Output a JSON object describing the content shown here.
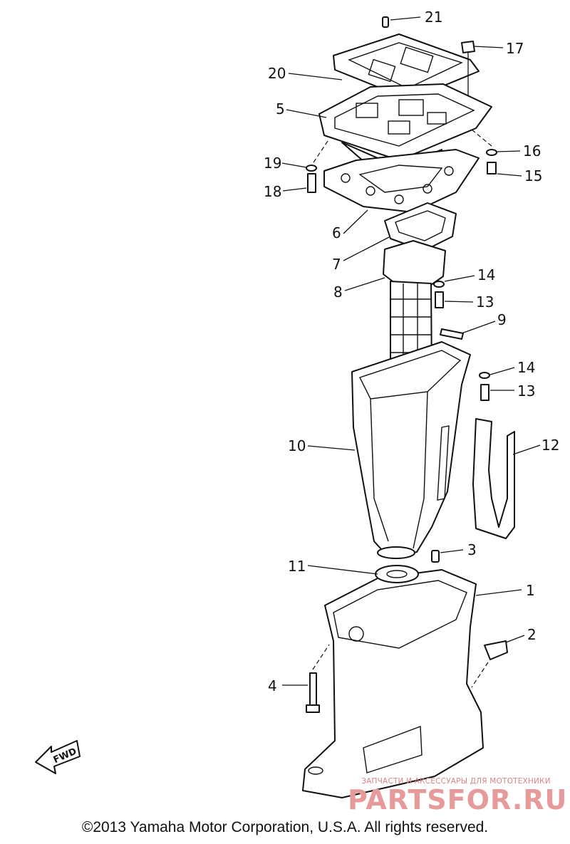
{
  "callouts": [
    {
      "id": "21",
      "label": "21"
    },
    {
      "id": "17",
      "label": "17"
    },
    {
      "id": "20",
      "label": "20"
    },
    {
      "id": "5",
      "label": "5"
    },
    {
      "id": "16",
      "label": "16"
    },
    {
      "id": "19",
      "label": "19"
    },
    {
      "id": "15",
      "label": "15"
    },
    {
      "id": "18",
      "label": "18"
    },
    {
      "id": "6",
      "label": "6"
    },
    {
      "id": "7",
      "label": "7"
    },
    {
      "id": "14a",
      "label": "14"
    },
    {
      "id": "8",
      "label": "8"
    },
    {
      "id": "13a",
      "label": "13"
    },
    {
      "id": "9",
      "label": "9"
    },
    {
      "id": "14b",
      "label": "14"
    },
    {
      "id": "13b",
      "label": "13"
    },
    {
      "id": "10",
      "label": "10"
    },
    {
      "id": "12",
      "label": "12"
    },
    {
      "id": "3",
      "label": "3"
    },
    {
      "id": "11",
      "label": "11"
    },
    {
      "id": "1",
      "label": "1"
    },
    {
      "id": "2",
      "label": "2"
    },
    {
      "id": "4",
      "label": "4"
    }
  ],
  "fwd_label": "FWD",
  "copyright": "©2013 Yamaha Motor Corporation, U.S.A. All rights reserved.",
  "watermark": {
    "tagline": "ЗАПЧАСТИ И АКСЕССУАРЫ ДЛЯ МОТОТЕХНИКИ",
    "brand": "PARTSFOR.RU"
  }
}
